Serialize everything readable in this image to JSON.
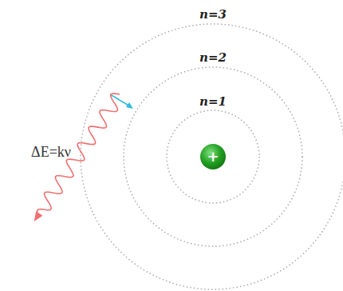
{
  "diagram": {
    "nodes": [
      {
        "text": [
          "+"
        ]
      }
    ],
    "labels": [
      "n=3",
      "n=2",
      "n=1",
      "ΔE=kν"
    ]
  }
}
